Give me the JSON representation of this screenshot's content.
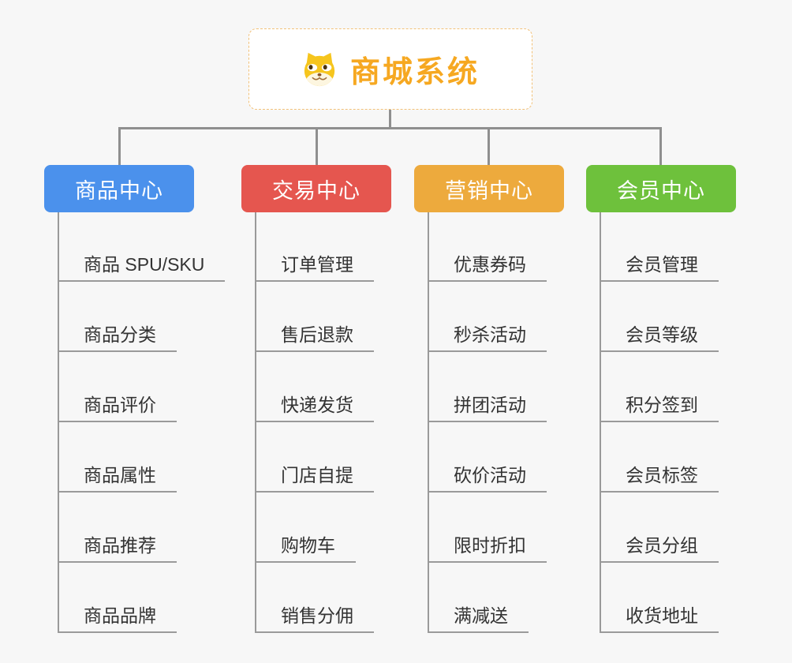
{
  "canvas": {
    "background_color": "#f7f7f7",
    "connector_color": "#8f8f8f"
  },
  "root": {
    "label": "商城系统",
    "icon": "dog-face-icon",
    "text_color": "#f6a821",
    "border_color": "#f2c178"
  },
  "branches": [
    {
      "label": "商品中心",
      "color": "#4b91ec",
      "children": [
        "商品 SPU/SKU",
        "商品分类",
        "商品评价",
        "商品属性",
        "商品推荐",
        "商品品牌"
      ]
    },
    {
      "label": "交易中心",
      "color": "#e5564f",
      "children": [
        "订单管理",
        "售后退款",
        "快递发货",
        "门店自提",
        "购物车",
        "销售分佣"
      ]
    },
    {
      "label": "营销中心",
      "color": "#edaa3d",
      "children": [
        "优惠券码",
        "秒杀活动",
        "拼团活动",
        "砍价活动",
        "限时折扣",
        "满减送"
      ]
    },
    {
      "label": "会员中心",
      "color": "#6ec13c",
      "children": [
        "会员管理",
        "会员等级",
        "积分签到",
        "会员标签",
        "会员分组",
        "收货地址"
      ]
    }
  ]
}
